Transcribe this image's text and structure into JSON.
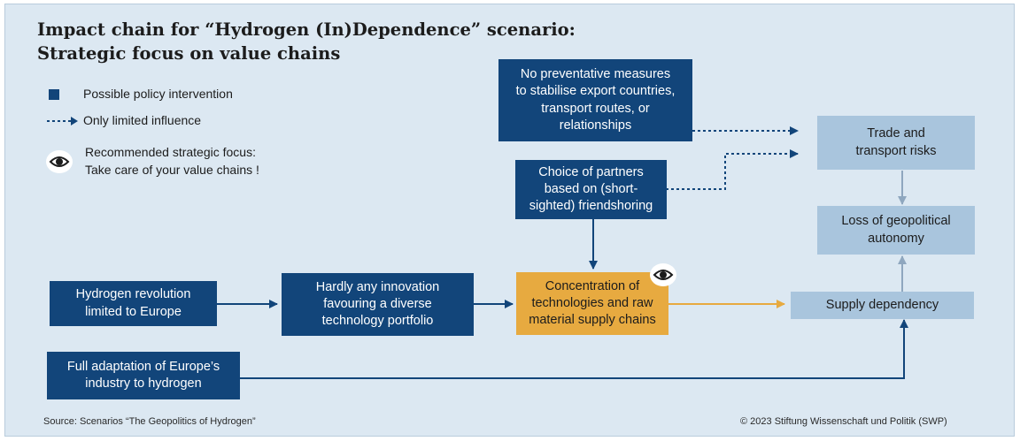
{
  "title": {
    "line1": "Impact chain for “Hydrogen (In)Dependence” scenario:",
    "line2": "Strategic focus on value chains"
  },
  "legend": {
    "policy_intervention": "Possible policy intervention",
    "limited_influence": "Only limited influence",
    "strategic_focus_line1": "Recommended strategic focus:",
    "strategic_focus_line2": "Take care of your value chains !"
  },
  "boxes": {
    "preventative_measures": "No preventative measures\nto stabilise export countries,\ntransport routes, or\nrelationships",
    "choice_of_partners": "Choice of partners\nbased on (short-\nsighted) friendshoring",
    "hydrogen_revolution": "Hydrogen revolution\nlimited to Europe",
    "hardly_any_innovation": "Hardly any innovation\nfavouring a diverse\ntechnology portfolio",
    "concentration": "Concentration of\ntechnologies and raw\nmaterial supply chains",
    "full_adaptation": "Full adaptation of Europe’s\nindustry to hydrogen",
    "trade_risks": "Trade and\ntransport risks",
    "loss_autonomy": "Loss of geopolitical\nautonomy",
    "supply_dependency": "Supply dependency"
  },
  "colors": {
    "background": "#dce8f2",
    "policy_box": "#12457a",
    "outcome_box": "#a9c5dd",
    "focus_box": "#e7aa40",
    "arrow_gray": "#8fa7bf"
  },
  "icons": {
    "eye": "eye-icon",
    "arrow": "arrow-icon",
    "dotted_arrow": "dotted-arrow-icon"
  },
  "footer": {
    "source": "Source: Scenarios “The Geopolitics of Hydrogen”",
    "copyright": "© 2023 Stiftung Wissenschaft und Politik (SWP)"
  }
}
